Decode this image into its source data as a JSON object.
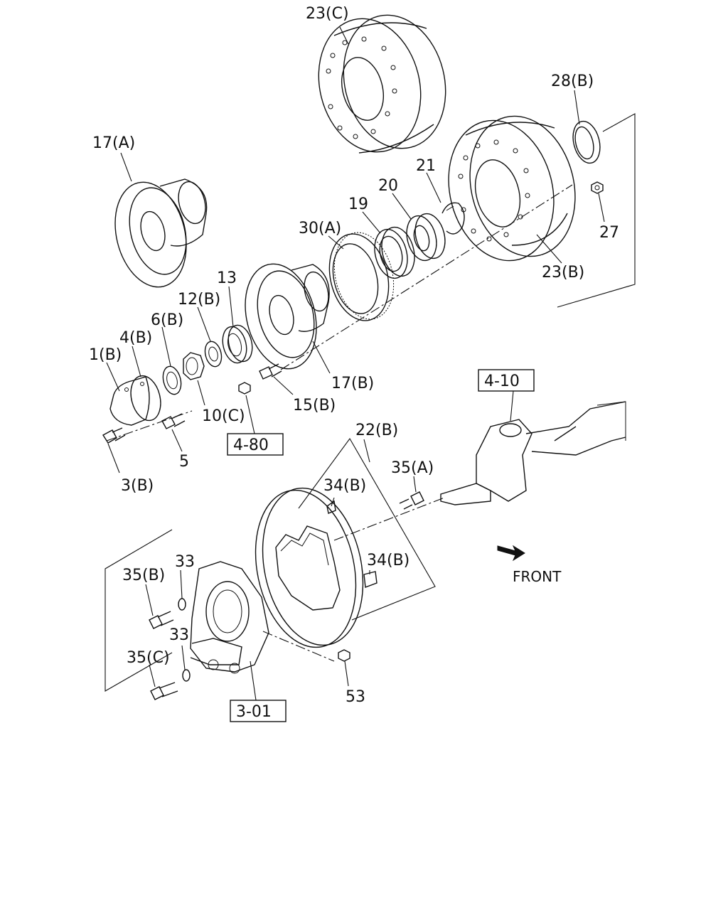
{
  "labels": {
    "p23c": "23(C)",
    "p28b": "28(B)",
    "p17a": "17(A)",
    "p21": "21",
    "p20": "20",
    "p19": "19",
    "p30a": "30(A)",
    "p27": "27",
    "p23b": "23(B)",
    "p13": "13",
    "p12b": "12(B)",
    "p6b": "6(B)",
    "p4b": "4(B)",
    "p1b": "1(B)",
    "p17b": "17(B)",
    "p15b": "15(B)",
    "p10c": "10(C)",
    "p5": "5",
    "p3b": "3(B)",
    "p22b": "22(B)",
    "p35a": "35(A)",
    "p34b_top": "34(B)",
    "p34b_mid": "34(B)",
    "p33_top": "33",
    "p35b": "35(B)",
    "p33_bot": "33",
    "p35c": "35(C)",
    "p53": "53",
    "front": "FRONT"
  },
  "refs": {
    "r480": "4-80",
    "r410": "4-10",
    "r301": "3-01"
  }
}
